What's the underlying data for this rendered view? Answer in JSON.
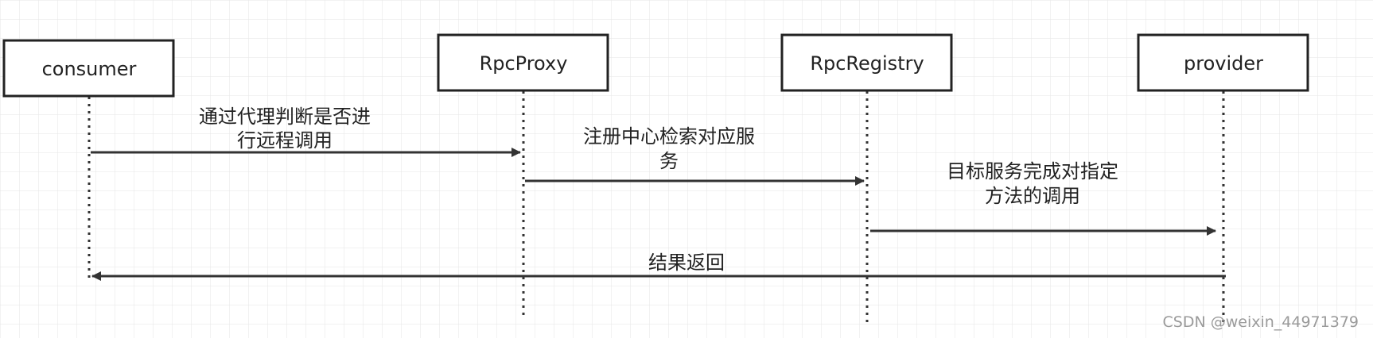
{
  "colors": {
    "background": "#ffffff",
    "grid": "#e6e6e6",
    "line": "#333333",
    "box_border": "#222222",
    "text": "#222222",
    "watermark": "#9a9a9a"
  },
  "participants": [
    {
      "id": "consumer",
      "label": "consumer"
    },
    {
      "id": "rpcproxy",
      "label": "RpcProxy"
    },
    {
      "id": "rpcregistry",
      "label": "RpcRegistry"
    },
    {
      "id": "provider",
      "label": "provider"
    }
  ],
  "messages": [
    {
      "from": "consumer",
      "to": "rpcproxy",
      "lines": [
        "通过代理判断是否进",
        "行远程调用"
      ]
    },
    {
      "from": "rpcproxy",
      "to": "rpcregistry",
      "lines": [
        "注册中心检索对应服",
        "务"
      ]
    },
    {
      "from": "rpcregistry",
      "to": "provider",
      "lines": [
        "目标服务完成对指定",
        "方法的调用"
      ]
    },
    {
      "from": "provider",
      "to": "consumer",
      "lines": [
        "结果返回"
      ]
    }
  ],
  "watermark": "CSDN @weixin_44971379"
}
